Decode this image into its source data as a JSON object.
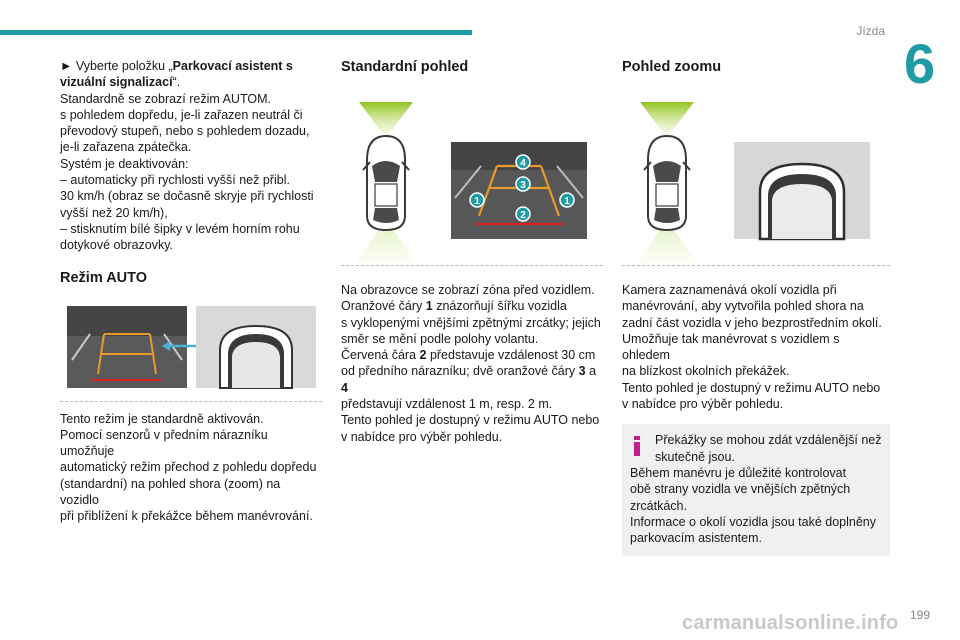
{
  "header": {
    "section": "Jízda",
    "chapter": "6"
  },
  "col1": {
    "p1_lead": "► Vyberte položku „",
    "p1_bold": "Parkovací asistent s vizuální signalizací",
    "p1_end": "“.",
    "lines": [
      "Standardně se zobrazí režim AUTOM.",
      "s pohledem dopředu, je-li zařazen neutrál či",
      "převodový stupeň, nebo s pohledem dozadu,",
      "je-li zařazena zpátečka.",
      "Systém je deaktivován:",
      "–  automaticky při rychlosti vyšší než přibl.",
      "30 km/h (obraz se dočasně skryje při rychlosti",
      "vyšší než 20 km/h),",
      "–  stisknutím bílé šipky v levém horním rohu",
      "dotykové obrazovky."
    ],
    "heading": "Režim AUTO",
    "body": [
      "Tento režim je standardně aktivován.",
      "Pomocí senzorů v předním nárazníku umožňuje",
      "automatický režim přechod z pohledu dopředu",
      "(standardní) na pohled shora (zoom) na vozidlo",
      "při přiblížení k překážce během manévrování."
    ]
  },
  "col2": {
    "heading": "Standardní pohled",
    "markers": [
      "1",
      "2",
      "3",
      "4"
    ],
    "b1": "Na obrazovce se zobrazí zóna před vozidlem.",
    "b2_a": "Oranžové čáry ",
    "b2_b": "1",
    "b2_c": " znázorňují šířku vozidla",
    "b3": "s vyklopenými vnějšími zpětnými zrcátky; jejich",
    "b4": "směr se mění podle polohy volantu.",
    "b5_a": "Červená čára ",
    "b5_b": "2",
    "b5_c": " představuje vzdálenost 30 cm",
    "b6_a": "od předního nárazníku; dvě oranžové čáry ",
    "b6_b": "3",
    "b6_c": " a ",
    "b6_d": "4",
    "b7": "představují vzdálenost 1 m, resp. 2 m.",
    "b8": "Tento pohled je dostupný v režimu AUTO nebo",
    "b9": "v nabídce pro výběr pohledu."
  },
  "col3": {
    "heading": "Pohled zoomu",
    "body": [
      "Kamera zaznamenává okolí vozidla při",
      "manévrování, aby vytvořila pohled shora na",
      "zadní část vozidla v jeho bezprostředním okolí.",
      "Umožňuje tak manévrovat s vozidlem s ohledem",
      "na blízkost okolních překážek.",
      "Tento pohled je dostupný v režimu AUTO nebo",
      "v nabídce pro výběr pohledu."
    ],
    "info_first": [
      "Překážky se mohou zdát vzdálenější než",
      "skutečně jsou."
    ],
    "info_rest": [
      "Během manévru je důležité kontrolovat",
      "obě strany vozidla ve vnějších zpětných",
      "zrcátkách.",
      "Informace o okolí vozidla jsou také doplněny",
      "parkovacím asistentem."
    ]
  },
  "footer": {
    "page": "199",
    "watermark": "carmanualsonline.info"
  },
  "colors": {
    "accent": "#1f9ba6",
    "info_icon": "#c41e8a",
    "orange": "#e89a2a",
    "red": "#d82020",
    "green_cone": "#9ccc1f"
  }
}
